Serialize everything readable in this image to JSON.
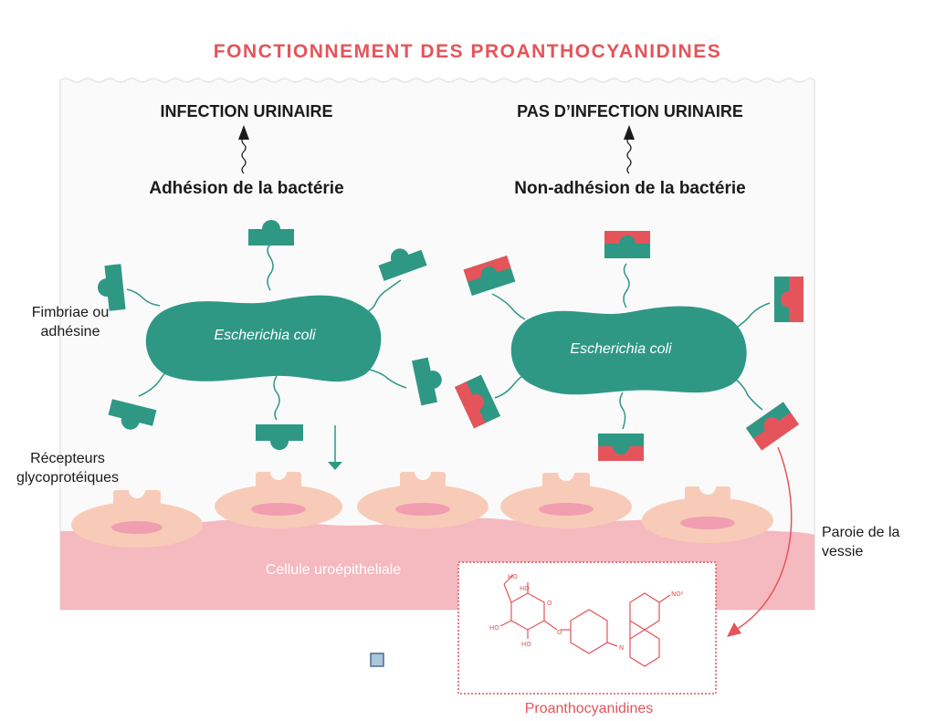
{
  "title": "FONCTIONNEMENT DES PROANTHOCYANIDINES",
  "left_panel": {
    "outcome": "INFECTION URINAIRE",
    "process": "Adhésion de la bactérie",
    "bacterium": "Escherichia coli"
  },
  "right_panel": {
    "outcome": "PAS D’INFECTION URINAIRE",
    "process": "Non-adhésion de la bactérie",
    "bacterium": "Escherichia coli"
  },
  "labels": {
    "fimbriae": "Fimbriae ou adhésine",
    "receptors": "Récepteurs glycoprotéiques",
    "bladder_wall": "Paroie de la vessie",
    "cell": "Cellule uroépitheliale",
    "molecule": "Proanthocyanidines"
  },
  "molecule_atoms": {
    "oh1": "HO",
    "oh2": "HO",
    "oh3": "HO",
    "oh4": "HO",
    "o_ring": "O",
    "o_link": "O",
    "nitrogen": "N",
    "no2": "NO²"
  },
  "colors": {
    "title": "#e4545a",
    "bacteria": "#2e9885",
    "blocker": "#e4545a",
    "cell_wall": "#f5b9c0",
    "cell_body": "#f8cbb8",
    "nucleus": "#f09eb0",
    "border": "#e8e8e8",
    "arrow_red": "#e4545a"
  }
}
